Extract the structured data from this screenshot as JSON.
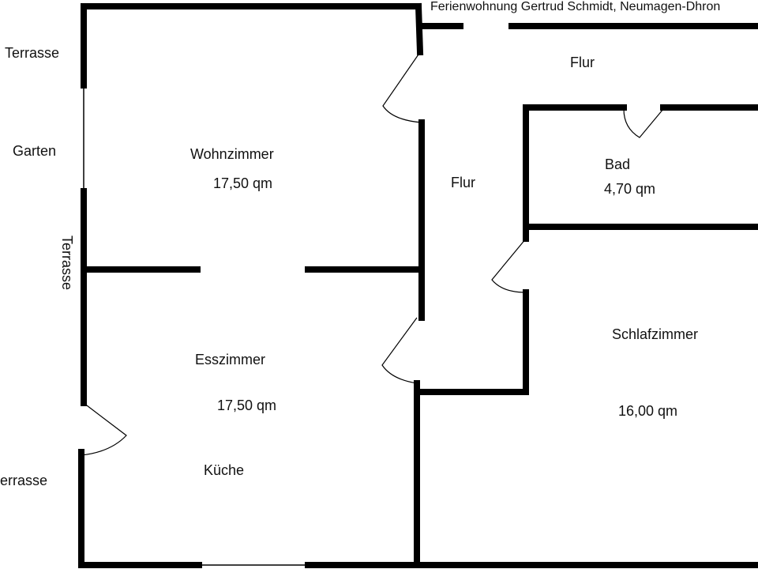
{
  "title": "Ferienwohnung Gertrud Schmidt, Neumagen-Dhron",
  "rooms": {
    "wohnzimmer": {
      "name": "Wohnzimmer",
      "area": "17,50 qm"
    },
    "esszimmer": {
      "name": "Esszimmer",
      "area": "17,50 qm"
    },
    "kueche": {
      "name": "Küche"
    },
    "bad": {
      "name": "Bad",
      "area": "4,70 qm"
    },
    "schlafzimmer": {
      "name": "Schlafzimmer",
      "area": "16,00 qm"
    },
    "flur_top": {
      "name": "Flur"
    },
    "flur_mid": {
      "name": "Flur"
    }
  },
  "outside": {
    "terrasse_top": "Terrasse",
    "garten": "Garten",
    "terrasse_vertical": "Terrasse",
    "terrasse_bottom": "errasse"
  },
  "colors": {
    "wall": "#000000",
    "background": "#ffffff",
    "text": "#111111"
  }
}
